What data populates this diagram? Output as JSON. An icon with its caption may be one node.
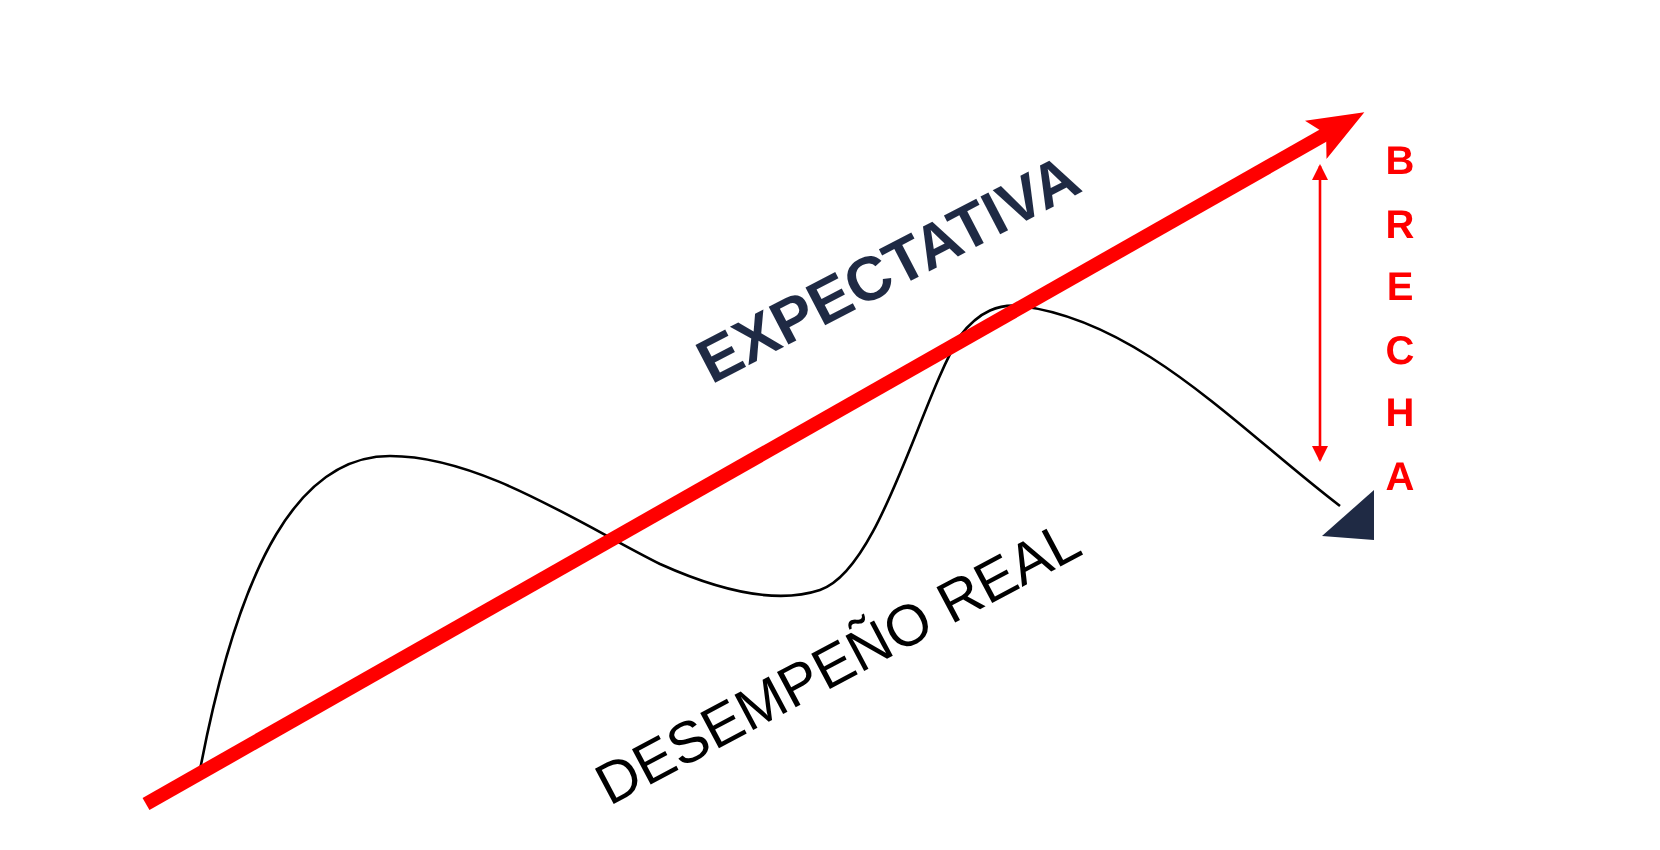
{
  "diagram": {
    "labels": [
      "EXPECTATIVA",
      "DESEMPEÑO REAL",
      "BRECHA"
    ]
  }
}
